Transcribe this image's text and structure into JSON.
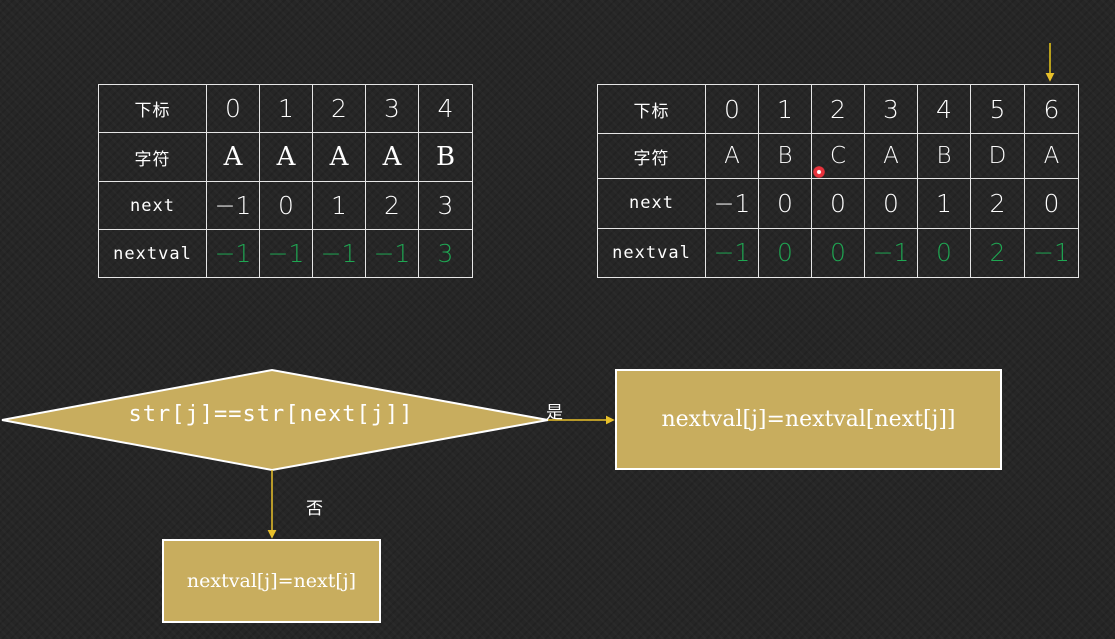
{
  "table1": {
    "row_headers": [
      "下标",
      "字符",
      "next",
      "nextval"
    ],
    "indices": [
      "0",
      "1",
      "2",
      "3",
      "4"
    ],
    "chars": [
      "A",
      "A",
      "A",
      "A",
      "B"
    ],
    "next": [
      "−1",
      "0",
      "1",
      "2",
      "3"
    ],
    "nextval": [
      "−1",
      "−1",
      "−1",
      "−1",
      "3"
    ]
  },
  "table2": {
    "row_headers": [
      "下标",
      "字符",
      "next",
      "nextval"
    ],
    "indices": [
      "0",
      "1",
      "2",
      "3",
      "4",
      "5",
      "6"
    ],
    "chars": [
      "A",
      "B",
      "C",
      "A",
      "B",
      "D",
      "A"
    ],
    "next": [
      "−1",
      "0",
      "0",
      "0",
      "1",
      "2",
      "0"
    ],
    "nextval": [
      "−1",
      "0",
      "0",
      "−1",
      "0",
      "2",
      "−1"
    ]
  },
  "flowchart": {
    "condition": "str[j]==str[next[j]]",
    "yes_label": "是",
    "no_label": "否",
    "yes_action": "nextval[j]=nextval[next[j]]",
    "no_action": "nextval[j]=next[j]"
  },
  "colors": {
    "background": "#262626",
    "shape_fill": "#c8ad5e",
    "nextval_text": "#1fa652",
    "arrow": "#e8c02a",
    "pointer_arrow": "#e8c81a"
  }
}
